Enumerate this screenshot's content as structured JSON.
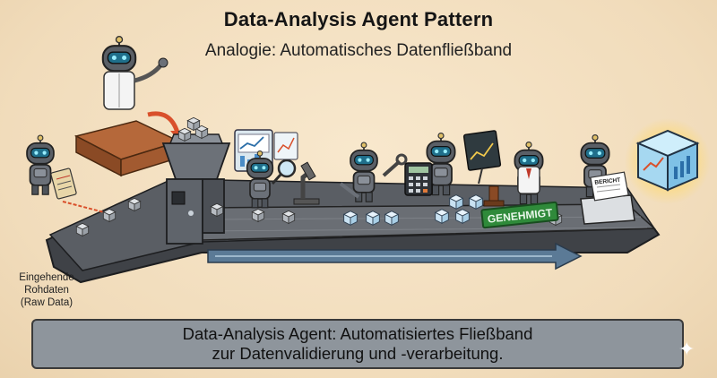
{
  "title": "Data-Analysis Agent Pattern",
  "subtitle": "Analogie: Automatisches Datenfließband",
  "raw_data_label": [
    "Eingehende",
    "Rohdaten",
    "(Raw Data)"
  ],
  "stamp_text": "GENEHMIGT",
  "report_text": "BERICHT",
  "caption": [
    "Data-Analysis Agent: Automatisiertes Fließband",
    "zur Datenvalidierung und -verarbeitung."
  ],
  "colors": {
    "background": "#f1dcbb",
    "conveyor": "#4a4d52",
    "robot": "#5a5f66",
    "screen": "#1f6f8b",
    "stamp": "#2f8a3a",
    "caption_box": "#8e959c",
    "accent_arrow": "#d9502b"
  },
  "icons": [
    "robot-icon",
    "lab-coat-icon",
    "clipboard-icon",
    "hopper-icon",
    "magnifier-icon",
    "microscope-icon",
    "wrench-icon",
    "calculator-icon",
    "chart-board-icon",
    "stamp-icon",
    "printer-icon",
    "data-cube-icon",
    "sparkle-icon"
  ]
}
